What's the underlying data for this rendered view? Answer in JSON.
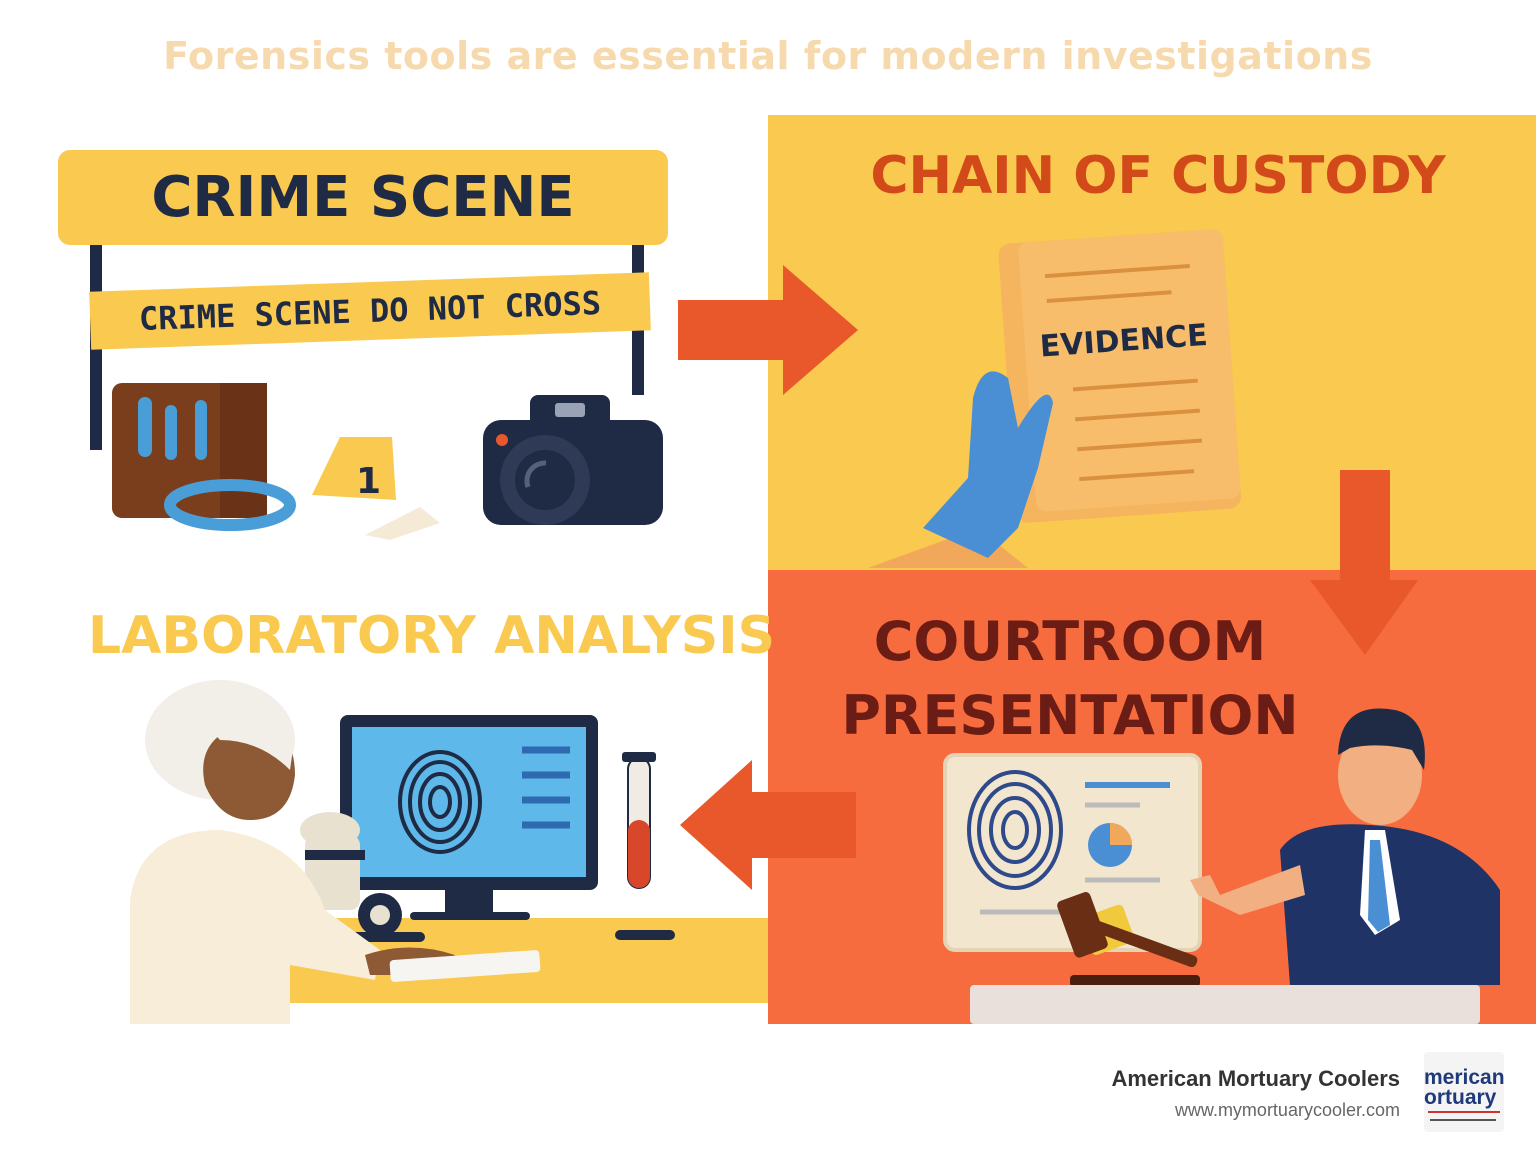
{
  "title": "Forensics tools are essential for modern investigations",
  "steps": {
    "crime_scene": {
      "heading": "CRIME SCENE",
      "tape_text": "CRIME SCENE DO NOT CROSS",
      "marker_number": "1"
    },
    "chain_of_custody": {
      "heading": "CHAIN OF CUSTODY",
      "document_label": "EVIDENCE"
    },
    "courtroom": {
      "heading_line1": "COURTROOM",
      "heading_line2": "PRESENTATION"
    },
    "laboratory": {
      "heading": "LABORATORY ANALYSIS"
    }
  },
  "branding": {
    "name": "American Mortuary Coolers",
    "url": "www.mymortuarycooler.com"
  },
  "colors": {
    "yellow": "#fac94f",
    "orange": "#f76c3e",
    "arrow": "#e8582a",
    "navy": "#1f2a44",
    "glove_blue": "#4a8fd4"
  },
  "icons": [
    "arrow-right-icon",
    "arrow-down-icon",
    "arrow-left-icon",
    "camera-icon",
    "evidence-kit-icon",
    "evidence-marker-icon",
    "evidence-document-icon",
    "microscope-icon",
    "fingerprint-icon",
    "test-tube-icon",
    "gavel-icon"
  ]
}
